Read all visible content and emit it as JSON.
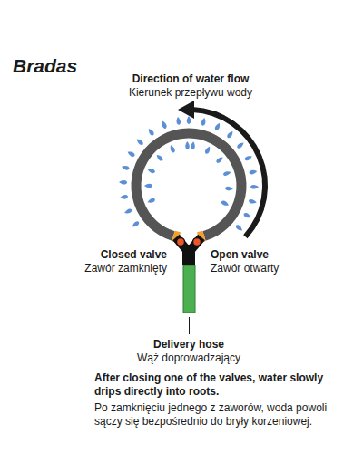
{
  "diagram": {
    "labels": [
      "Bradas",
      "Direction of water flow",
      "Kierunek przepływu wody",
      "Closed valve",
      "Zawór zamknięty",
      "Open valve",
      "Zawór otwarty",
      "Delivery hose",
      "Wąż doprowadzający",
      "After closing one of the valves, water slowly drips directly into roots.",
      "Po zamknięciu jednego z zaworów, woda powoli sączy się bezpośrednio do bryły korzeniowej."
    ]
  }
}
